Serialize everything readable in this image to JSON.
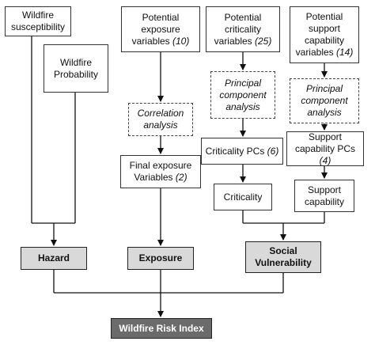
{
  "nodes": {
    "wildfire_susceptibility": {
      "line1": "Wildfire",
      "line2": "susceptibility"
    },
    "wildfire_probability": {
      "line1": "Wildfire",
      "line2": "Probability"
    },
    "potential_exposure": {
      "line1": "Potential",
      "line2": "exposure",
      "line3": "variables",
      "count": "(10)"
    },
    "potential_criticality": {
      "line1": "Potential",
      "line2": "criticality",
      "line3": "variables",
      "count": "(25)"
    },
    "potential_support": {
      "line1": "Potential",
      "line2": "support",
      "line3": "capability",
      "line4": "variables",
      "count": "(14)"
    },
    "correlation_analysis": {
      "line1": "Correlation",
      "line2": "analysis"
    },
    "pca_criticality": {
      "line1": "Principal",
      "line2": "component",
      "line3": "analysis"
    },
    "pca_support": {
      "line1": "Principal",
      "line2": "component",
      "line3": "analysis"
    },
    "criticality_pcs": {
      "label": "Criticality PCs",
      "count": "(6)"
    },
    "support_pcs": {
      "line1": "Support",
      "line2": "capability PCs",
      "count": "(4)"
    },
    "final_exposure": {
      "line1": "Final exposure",
      "line2": "Variables",
      "count": "(2)"
    },
    "criticality": {
      "label": "Criticality"
    },
    "support_capability": {
      "line1": "Support",
      "line2": "capability"
    },
    "hazard": {
      "label": "Hazard"
    },
    "exposure": {
      "label": "Exposure"
    },
    "social_vulnerability": {
      "line1": "Social",
      "line2": "Vulnerability"
    },
    "wildfire_risk_index": {
      "label": "Wildfire Risk Index"
    }
  }
}
